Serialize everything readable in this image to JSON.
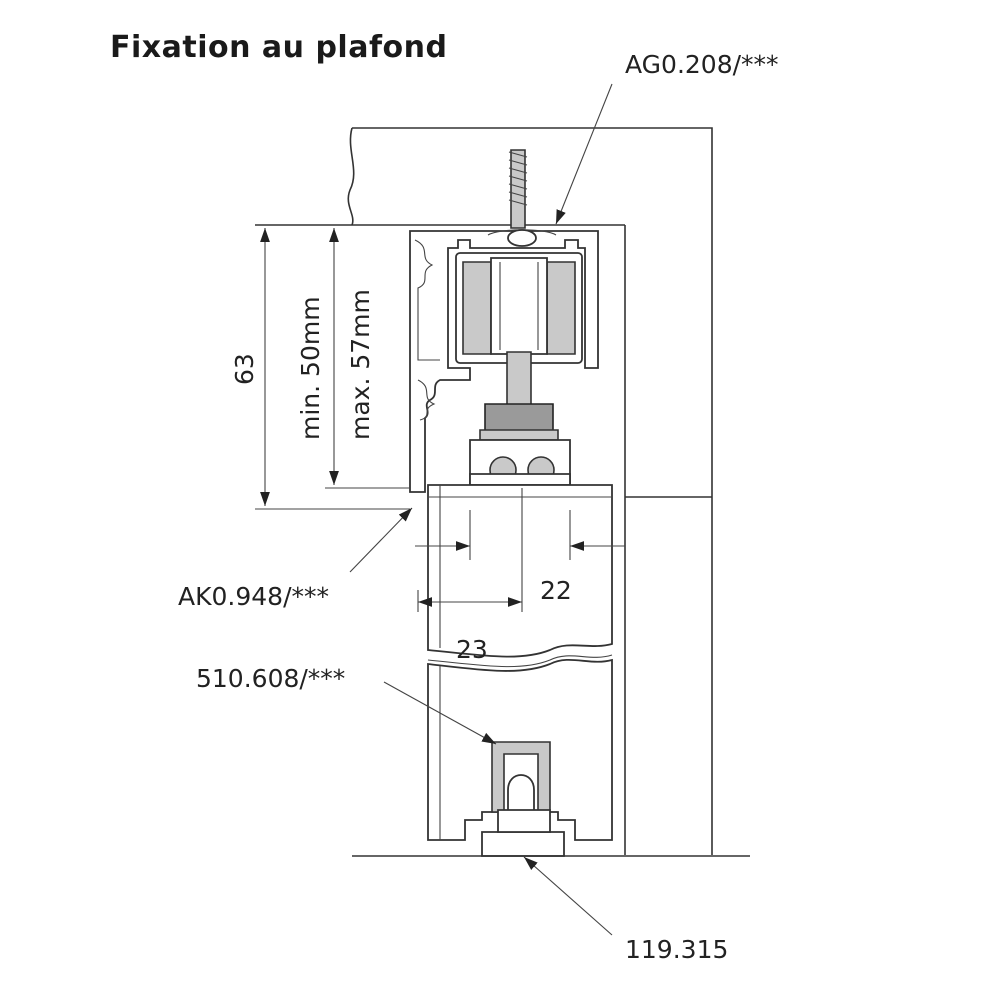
{
  "title": "Fixation au plafond",
  "callouts": {
    "track": "AG0.208/***",
    "profile": "AK0.948/***",
    "guide": "510.608/***",
    "floor_guide": "119.315"
  },
  "dimensions": {
    "height": "63",
    "min_gap": "min. 50mm",
    "max_gap": "max. 57mm",
    "width_22": "22",
    "width_23": "23"
  }
}
